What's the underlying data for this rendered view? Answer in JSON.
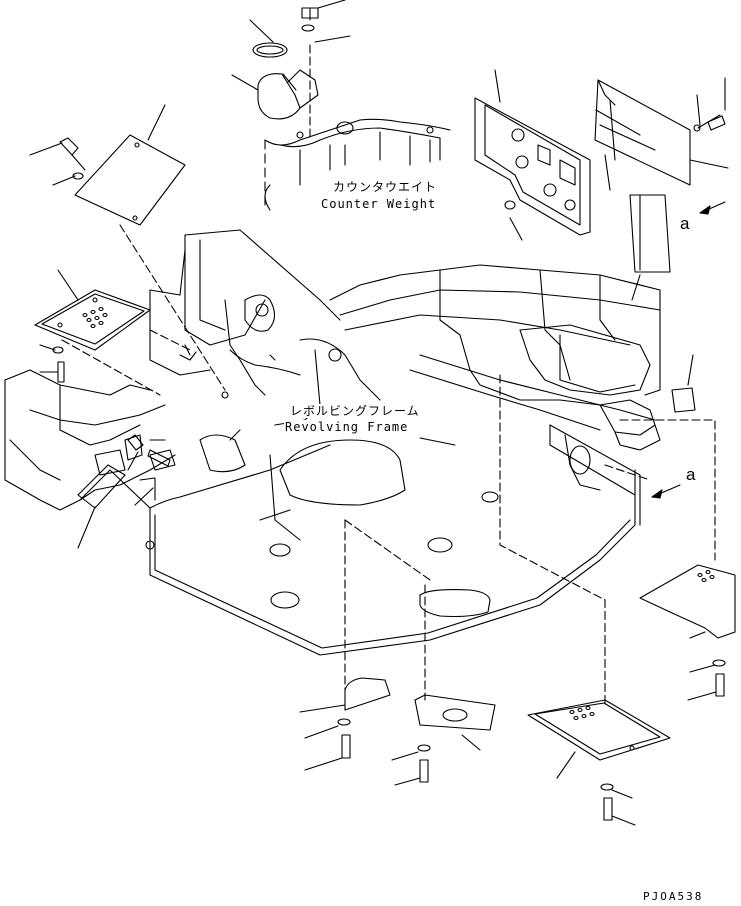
{
  "diagram": {
    "counterweight": {
      "label_ja": "カウンタウエイト",
      "label_en": "Counter Weight"
    },
    "revolving_frame": {
      "label_ja": "レボルビングフレーム",
      "label_en": "Revolving Frame"
    },
    "view_markers": [
      "a",
      "a"
    ],
    "drawing_code": "PJOA538"
  }
}
